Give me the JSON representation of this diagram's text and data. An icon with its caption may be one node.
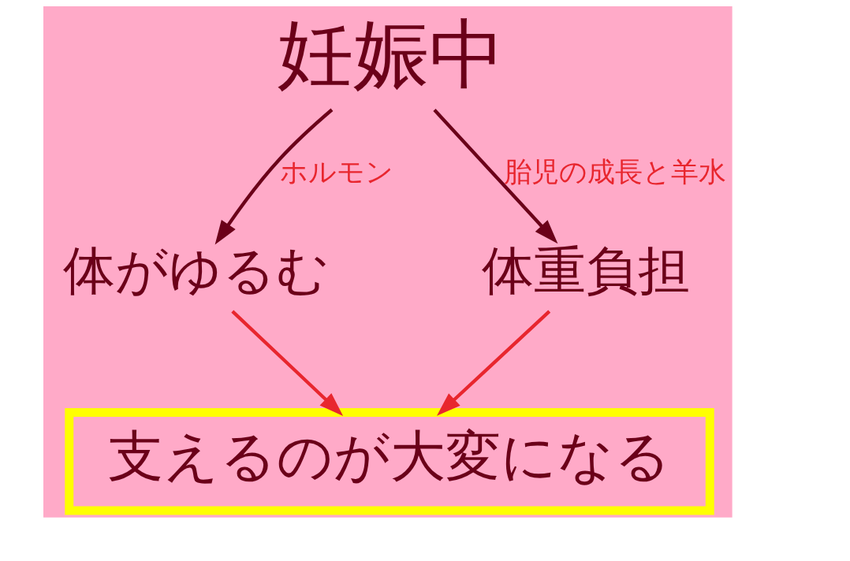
{
  "diagram": {
    "nodes": [
      {
        "text": [
          "妊娠中"
        ]
      },
      {
        "text": [
          "体がゆるむ"
        ]
      },
      {
        "text": [
          "体重負担"
        ]
      },
      {
        "text": [
          "支えるのが大変になる"
        ]
      }
    ],
    "edges": [
      {
        "from": 0,
        "to": 1,
        "arrow": "to",
        "label": "ホルモン",
        "color": "#6b0019"
      },
      {
        "from": 0,
        "to": 2,
        "arrow": "to",
        "label": "胎児の成長と羊水",
        "color": "#6b0019"
      },
      {
        "from": 1,
        "to": 3,
        "arrow": "to",
        "color": "#e8262e"
      },
      {
        "from": 2,
        "to": 3,
        "arrow": "to",
        "color": "#e8262e"
      }
    ]
  }
}
